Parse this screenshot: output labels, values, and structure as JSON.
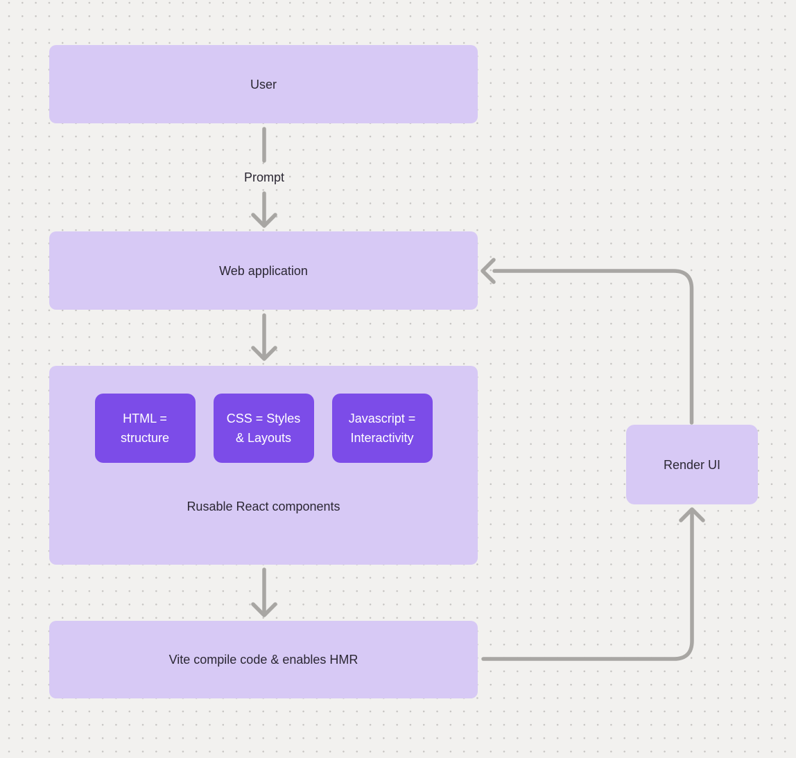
{
  "diagram": {
    "nodes": {
      "user": "User",
      "web_application": "Web application",
      "html_chip": "HTML =\nstructure",
      "css_chip": "CSS = Styles\n& Layouts",
      "javascript_chip": "Javascript =\nInteractivity",
      "container_caption": "Rusable React components",
      "vite": "Vite compile code & enables HMR",
      "render_ui": "Render UI"
    },
    "edge_labels": {
      "prompt": "Prompt"
    },
    "colors": {
      "background": "#f2f1ef",
      "dot_grid": "#c6c4c2",
      "node_fill": "#d7c9f5",
      "accent_fill": "#7c4ce8",
      "node_text": "#2b2733",
      "accent_text": "#ffffff",
      "connector": "#a8a6a3"
    }
  }
}
